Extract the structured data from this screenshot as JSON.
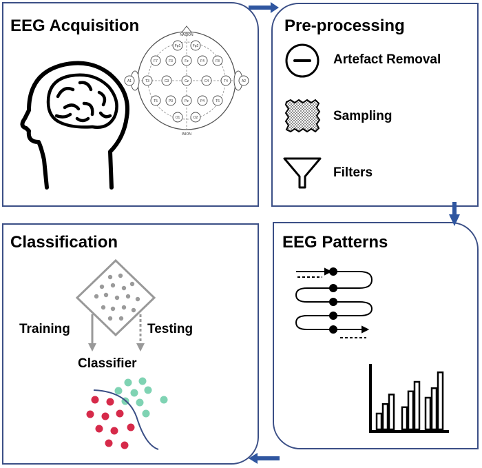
{
  "panels": {
    "acquisition": {
      "title": "EEG Acquisition",
      "headmap_nasion": "NASION",
      "headmap_inion": "INION",
      "headmap_left_ear": "A1",
      "headmap_right_ear": "A2",
      "electrodes": [
        "Fp1",
        "Fp2",
        "F7",
        "F3",
        "Fz",
        "F4",
        "F8",
        "T3",
        "C3",
        "Cz",
        "C4",
        "T4",
        "T5",
        "P3",
        "Pz",
        "P4",
        "T6",
        "O1",
        "O2"
      ]
    },
    "preprocessing": {
      "title": "Pre-processing",
      "items": [
        {
          "label": "Artefact Removal",
          "icon": "minus-circle-icon"
        },
        {
          "label": "Sampling",
          "icon": "textured-square-icon"
        },
        {
          "label": "Filters",
          "icon": "funnel-icon"
        }
      ]
    },
    "patterns": {
      "title": "EEG Patterns",
      "bar_values": [
        25,
        40,
        55,
        35,
        60,
        75,
        50,
        65,
        90
      ]
    },
    "classification": {
      "title": "Classification",
      "training_label": "Training",
      "testing_label": "Testing",
      "classifier_label": "Classifier"
    }
  },
  "colors": {
    "border": "#3b4f86",
    "arrow": "#2f56a0",
    "class_a": "#d62a4a",
    "class_b": "#7fd3b3",
    "boundary": "#3b4f86",
    "dots_gray": "#9a9a9a"
  }
}
